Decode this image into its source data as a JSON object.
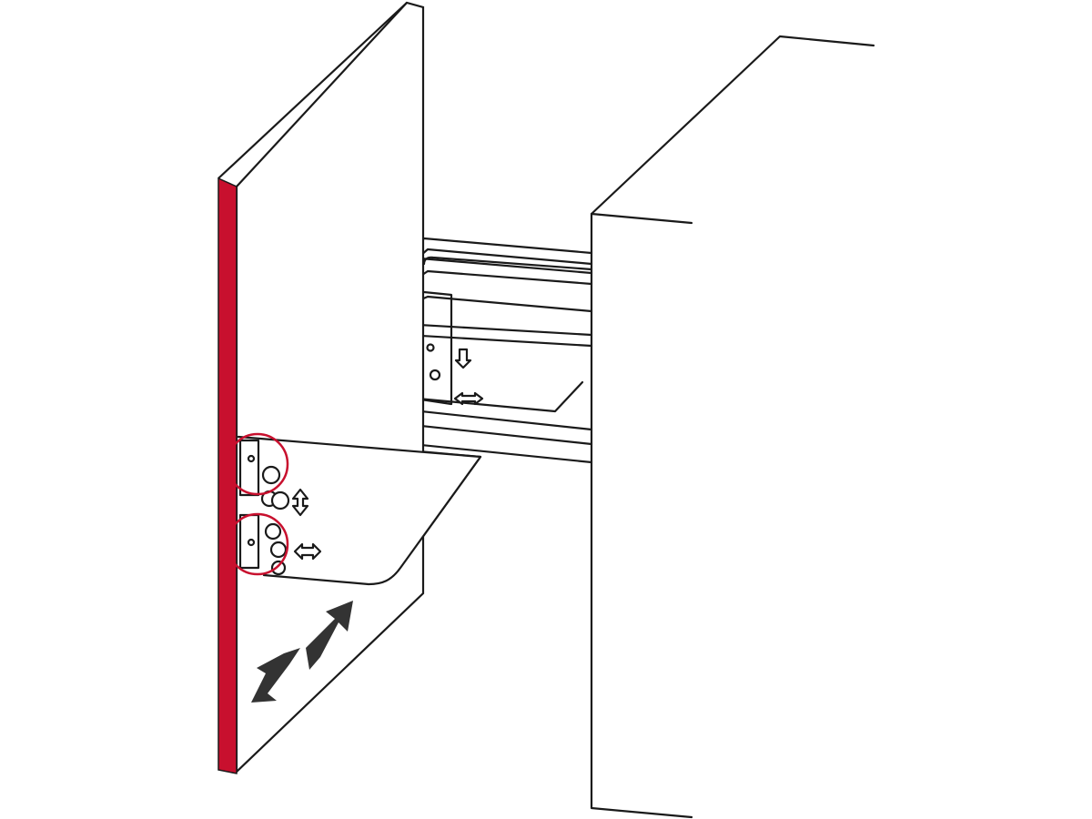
{
  "diagram": {
    "colors": {
      "background": "#ffffff",
      "stroke": "#1a1a1a",
      "door_edge": "#c8102e",
      "highlight": "#c8102e",
      "arrow_fill": "#333333"
    },
    "callouts": [
      {
        "name": "upper-screw-callout"
      },
      {
        "name": "lower-screw-callout"
      }
    ],
    "adjustment_symbols": [
      {
        "name": "vertical-adjust-arrow-icon",
        "meaning": "up-down"
      },
      {
        "name": "lateral-adjust-arrow-icon",
        "meaning": "left-right"
      },
      {
        "name": "depth-adjust-arrow-icon",
        "meaning": "in-out"
      }
    ]
  }
}
